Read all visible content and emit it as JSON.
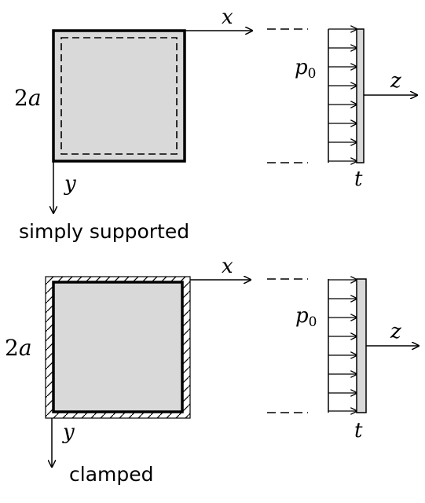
{
  "panels": [
    {
      "id": "simply-supported",
      "caption": "simply supported",
      "side_label_coef": "2",
      "side_label_var": "a",
      "x_label": "x",
      "y_label": "y",
      "z_label": "z",
      "load_label_main": "p",
      "load_label_sub": "0",
      "thickness_label": "t"
    },
    {
      "id": "clamped",
      "caption": "clamped",
      "side_label_coef": "2",
      "side_label_var": "a",
      "x_label": "x",
      "y_label": "y",
      "z_label": "z",
      "load_label_main": "p",
      "load_label_sub": "0",
      "thickness_label": "t"
    }
  ],
  "colors": {
    "plate_fill": "#d9d9d9",
    "stroke": "#000000",
    "background": "#ffffff"
  }
}
